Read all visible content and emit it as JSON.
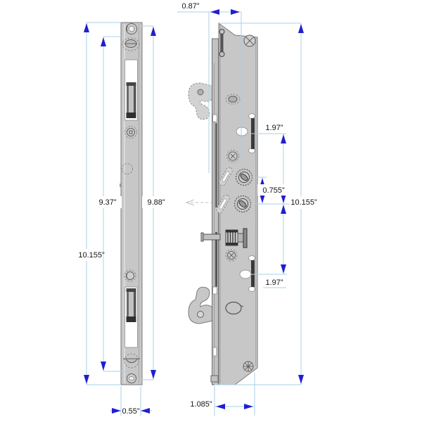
{
  "drawing": {
    "subject": "multipoint-lock-dimension-drawing",
    "colors": {
      "background": "#ffffff",
      "dimension_line": "#a8d1e8",
      "arrowhead": "#2020cf",
      "label_text": "#141414",
      "body_fill": "#c7c7c7",
      "body_edge": "#7a7a7a",
      "detail_dark": "#3c3c3c",
      "cutout_fill": "#ffffff"
    },
    "left_view": {
      "dimensions": {
        "overall_height": "10.155”",
        "outer_span": "9.88”",
        "inner_span": "9.37”",
        "faceplate_width": "0.55”"
      }
    },
    "right_view": {
      "dimensions": {
        "top_width": "0.87”",
        "upper_span": "1.97”",
        "cylinder_spacing": "0.755”",
        "overall_height": "10.155”",
        "lower_span": "1.97”",
        "body_width": "1.085”"
      }
    }
  }
}
